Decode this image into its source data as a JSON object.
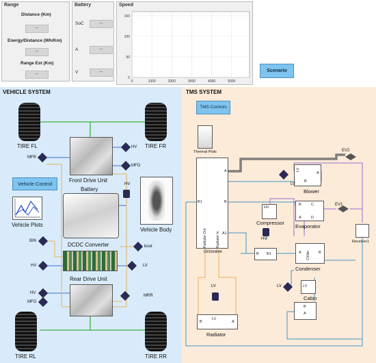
{
  "range_panel": {
    "title": "Range",
    "distance_label": "Distance (Km)",
    "distance_value": "--",
    "energy_label": "Energy/Distance (Wh/Km)",
    "energy_value": "--",
    "range_label": "Range Est (Km)",
    "range_value": "--"
  },
  "battery_panel": {
    "title": "Battery",
    "soc_label": "SoC",
    "soc_value": "--",
    "a_label": "A",
    "a_value": "--",
    "v_label": "V",
    "v_value": "--"
  },
  "speed_panel": {
    "title": "Speed",
    "chart_data": {
      "type": "line",
      "title": "Speed",
      "x_ticks": [
        "0",
        "1000",
        "2000",
        "3000",
        "4000",
        "5000"
      ],
      "y_ticks": [
        "0",
        "50",
        "100",
        "150"
      ],
      "xlim": [
        0,
        5900
      ],
      "ylim": [
        0,
        160
      ],
      "series": [],
      "grid": true
    }
  },
  "scenario_button": "Scenario",
  "vehicle_system": {
    "title": "VEHICLE SYSTEM",
    "tire_fl": "TIRE FL",
    "tire_fr": "TIRE FR",
    "tire_rl": "TIRE RL",
    "tire_rr": "TIRE RR",
    "front_drive_unit": "Front Drive Unit",
    "battery": "Battery",
    "vehicle_control_button": "Vehicle Control",
    "vehicle_plots": "Vehicle Plots",
    "vehicle_body": "Vehicle Body",
    "dcdc_converter": "DCDC Converter",
    "rear_drive_unit": "Rear Drive Unit",
    "tags": {
      "mfr": "MFR",
      "hv_front": "HV",
      "mfo_front": "MFO",
      "hv_batt": "HV",
      "bin": "BIN",
      "bout": "bout",
      "hv_dcdc": "HV",
      "lv_dcdc": "LV",
      "hv_rear": "HV",
      "mfo_rear": "MFO",
      "mrr": "MRR"
    }
  },
  "tms_system": {
    "title": "TMS SYSTEM",
    "tms_controls_button": "TMS Controls",
    "thermal_plots": "Thermal Plots",
    "octovalve": "Octovalve",
    "octovalve_ports": {
      "a_top": "A",
      "b_mid": "B",
      "a1": "A1",
      "b1": "B1",
      "radiator_out": "Radiator Out",
      "radiator_in": "Radiator In"
    },
    "blower": "Blower",
    "ev2": "EV2",
    "ev1": "EV1",
    "lv_blower": "LV",
    "compressor": "Compressor",
    "hv_comp": "HV",
    "evaporator": "Evaporator",
    "receiver": "Receiver1",
    "condenser": "Condenser",
    "chiller_text": "Chiller",
    "cabin": "Cabin",
    "lv_cabin": "LV",
    "radiator": "Radiator",
    "lv_radiator": "LV",
    "ports": {
      "a": "A",
      "b": "B",
      "c": "C",
      "d": "D",
      "lv": "LV",
      "hv": "HV",
      "b1": "B1"
    }
  },
  "colors": {
    "vehicle_bg": "#d9ebfa",
    "tms_bg": "#fcebd9",
    "button": "#7fc4ee",
    "wire_green": "#3cae3c",
    "wire_blue": "#3a6fc9",
    "wire_orange": "#e7b25a",
    "wire_purple": "#9b6ad1",
    "wire_teal": "#3e95c9"
  }
}
